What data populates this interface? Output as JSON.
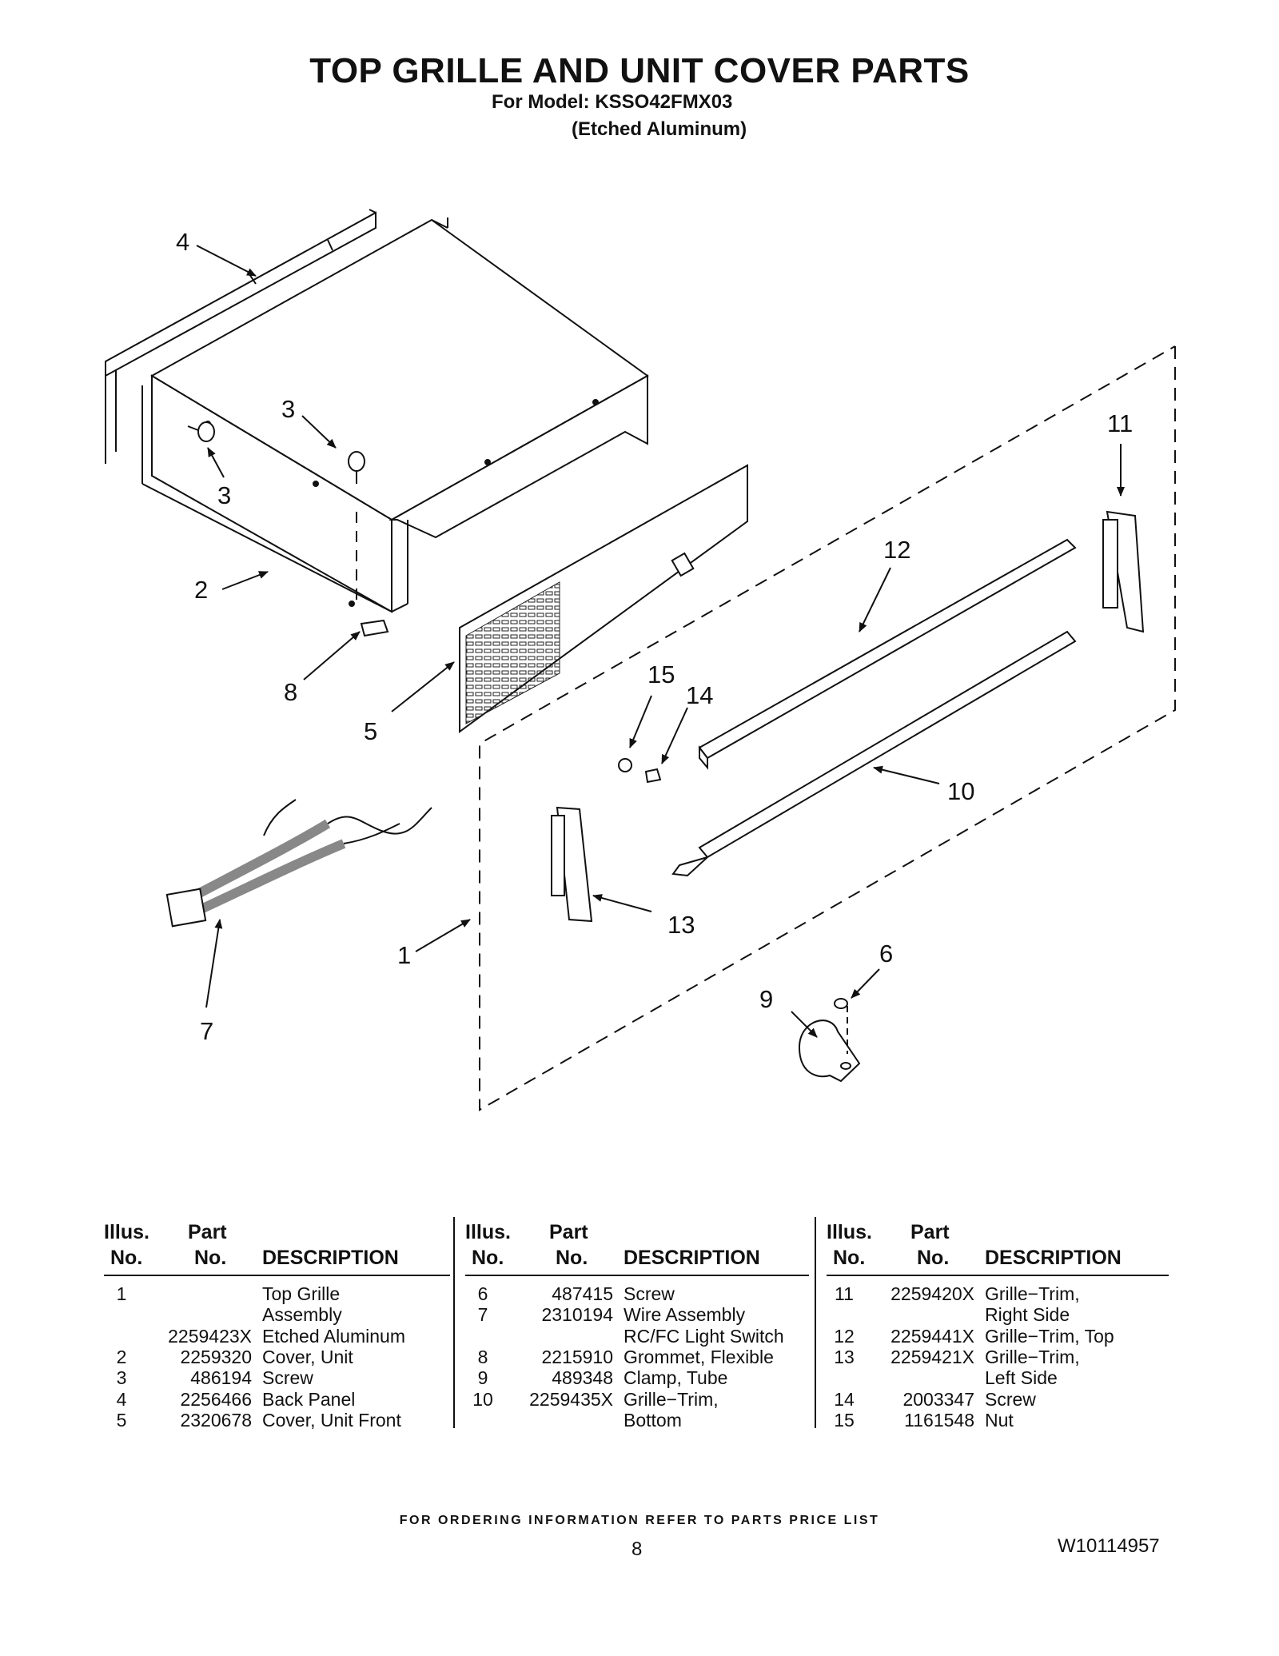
{
  "header": {
    "title": "TOP GRILLE AND UNIT COVER PARTS",
    "model_line": "For Model: KSSO42FMX03",
    "finish_line": "(Etched Aluminum)"
  },
  "callouts": {
    "c1": "1",
    "c2": "2",
    "c3a": "3",
    "c3b": "3",
    "c4": "4",
    "c5": "5",
    "c6": "6",
    "c7": "7",
    "c8": "8",
    "c9": "9",
    "c10": "10",
    "c11": "11",
    "c12": "12",
    "c13": "13",
    "c14": "14",
    "c15": "15"
  },
  "table": {
    "header_illus_1": "Illus.",
    "header_illus_2": "No.",
    "header_part_1": "Part",
    "header_part_2": "No.",
    "header_desc": "DESCRIPTION",
    "columns": [
      {
        "rows": [
          {
            "illus": "1",
            "part": "",
            "desc": "Top Grille"
          },
          {
            "illus": "",
            "part": "",
            "desc": "Assembly"
          },
          {
            "illus": "",
            "part": "2259423X",
            "desc": "Etched Aluminum"
          },
          {
            "illus": "2",
            "part": "2259320",
            "desc": "Cover, Unit"
          },
          {
            "illus": "3",
            "part": "486194",
            "desc": "Screw"
          },
          {
            "illus": "4",
            "part": "2256466",
            "desc": "Back Panel"
          },
          {
            "illus": "5",
            "part": "2320678",
            "desc": "Cover, Unit Front"
          }
        ]
      },
      {
        "rows": [
          {
            "illus": "6",
            "part": "487415",
            "desc": "Screw"
          },
          {
            "illus": "7",
            "part": "2310194",
            "desc": "Wire Assembly"
          },
          {
            "illus": "",
            "part": "",
            "desc": "RC/FC Light Switch"
          },
          {
            "illus": "8",
            "part": "2215910",
            "desc": "Grommet, Flexible"
          },
          {
            "illus": "9",
            "part": "489348",
            "desc": "Clamp, Tube"
          },
          {
            "illus": "10",
            "part": "2259435X",
            "desc": "Grille−Trim,"
          },
          {
            "illus": "",
            "part": "",
            "desc": "Bottom"
          }
        ]
      },
      {
        "rows": [
          {
            "illus": "11",
            "part": "2259420X",
            "desc": "Grille−Trim,"
          },
          {
            "illus": "",
            "part": "",
            "desc": "Right Side"
          },
          {
            "illus": "12",
            "part": "2259441X",
            "desc": "Grille−Trim, Top"
          },
          {
            "illus": "13",
            "part": "2259421X",
            "desc": "Grille−Trim,"
          },
          {
            "illus": "",
            "part": "",
            "desc": "Left Side"
          },
          {
            "illus": "14",
            "part": "2003347",
            "desc": "Screw"
          },
          {
            "illus": "15",
            "part": "1161548",
            "desc": "Nut"
          }
        ]
      }
    ]
  },
  "footer": {
    "ordering_note": "FOR ORDERING INFORMATION REFER TO PARTS PRICE LIST",
    "page_number": "8",
    "document_number": "W10114957"
  }
}
